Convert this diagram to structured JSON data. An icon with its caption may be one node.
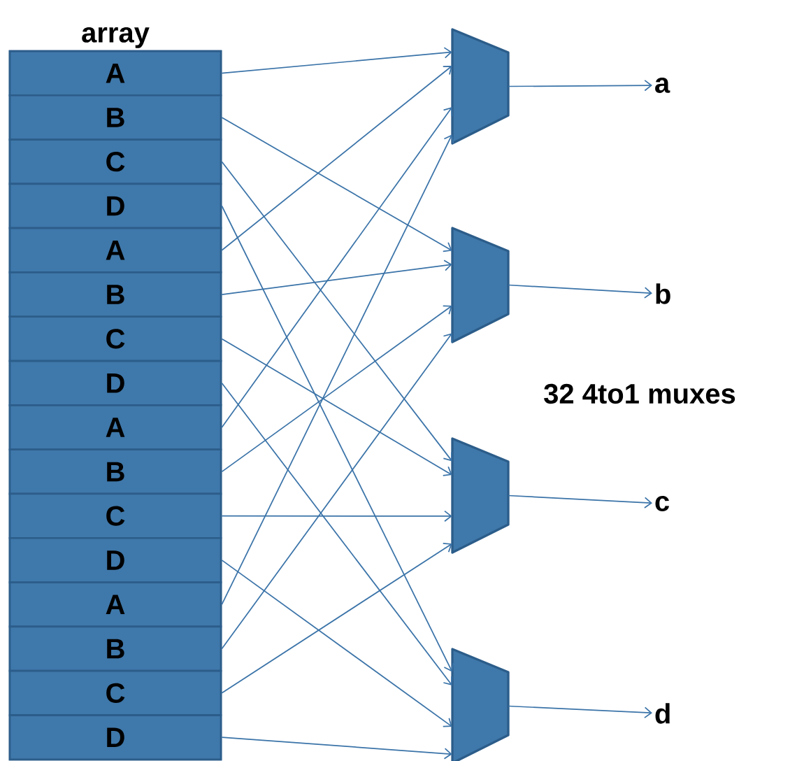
{
  "diagram": {
    "nodes": [
      {
        "text": [
          "array"
        ]
      },
      {
        "text": [
          "A"
        ],
        "in": 0
      },
      {
        "text": [
          "B"
        ],
        "in": 0
      },
      {
        "text": [
          "C"
        ],
        "in": 0
      },
      {
        "text": [
          "D"
        ],
        "in": 0
      },
      {
        "text": [
          "A"
        ],
        "in": 0
      },
      {
        "text": [
          "B"
        ],
        "in": 0
      },
      {
        "text": [
          "C"
        ],
        "in": 0
      },
      {
        "text": [
          "D"
        ],
        "in": 0
      },
      {
        "text": [
          "A"
        ],
        "in": 0
      },
      {
        "text": [
          "B"
        ],
        "in": 0
      },
      {
        "text": [
          "C"
        ],
        "in": 0
      },
      {
        "text": [
          "D"
        ],
        "in": 0
      },
      {
        "text": [
          "A"
        ],
        "in": 0
      },
      {
        "text": [
          "B"
        ],
        "in": 0
      },
      {
        "text": [
          "C"
        ],
        "in": 0
      },
      {
        "text": [
          "D"
        ],
        "in": 0
      },
      {
        "text": [],
        "shape": "trapezoid"
      },
      {
        "text": [],
        "shape": "trapezoid"
      },
      {
        "text": [],
        "shape": "trapezoid"
      },
      {
        "text": [],
        "shape": "trapezoid"
      },
      {
        "text": [
          "a"
        ]
      },
      {
        "text": [
          "b"
        ]
      },
      {
        "text": [
          "c"
        ]
      },
      {
        "text": [
          "d"
        ]
      }
    ],
    "edges": [
      {
        "from": 1,
        "to": 17,
        "arrow": "to"
      },
      {
        "from": 2,
        "to": 18,
        "arrow": "to"
      },
      {
        "from": 3,
        "to": 19,
        "arrow": "to"
      },
      {
        "from": 4,
        "to": 20,
        "arrow": "to"
      },
      {
        "from": 5,
        "to": 17,
        "arrow": "to"
      },
      {
        "from": 6,
        "to": 18,
        "arrow": "to"
      },
      {
        "from": 7,
        "to": 19,
        "arrow": "to"
      },
      {
        "from": 8,
        "to": 20,
        "arrow": "to"
      },
      {
        "from": 9,
        "to": 17,
        "arrow": "to"
      },
      {
        "from": 10,
        "to": 18,
        "arrow": "to"
      },
      {
        "from": 11,
        "to": 19,
        "arrow": "to"
      },
      {
        "from": 12,
        "to": 20,
        "arrow": "to"
      },
      {
        "from": 13,
        "to": 17,
        "arrow": "to"
      },
      {
        "from": 14,
        "to": 18,
        "arrow": "to"
      },
      {
        "from": 15,
        "to": 19,
        "arrow": "to"
      },
      {
        "from": 16,
        "to": 20,
        "arrow": "to"
      },
      {
        "from": 17,
        "to": 21,
        "arrow": "to"
      },
      {
        "from": 18,
        "to": 22,
        "arrow": "to"
      },
      {
        "from": 19,
        "to": 23,
        "arrow": "to"
      },
      {
        "from": 20,
        "to": 24,
        "arrow": "to"
      }
    ],
    "labels": [
      "32 4to1 muxes"
    ]
  }
}
